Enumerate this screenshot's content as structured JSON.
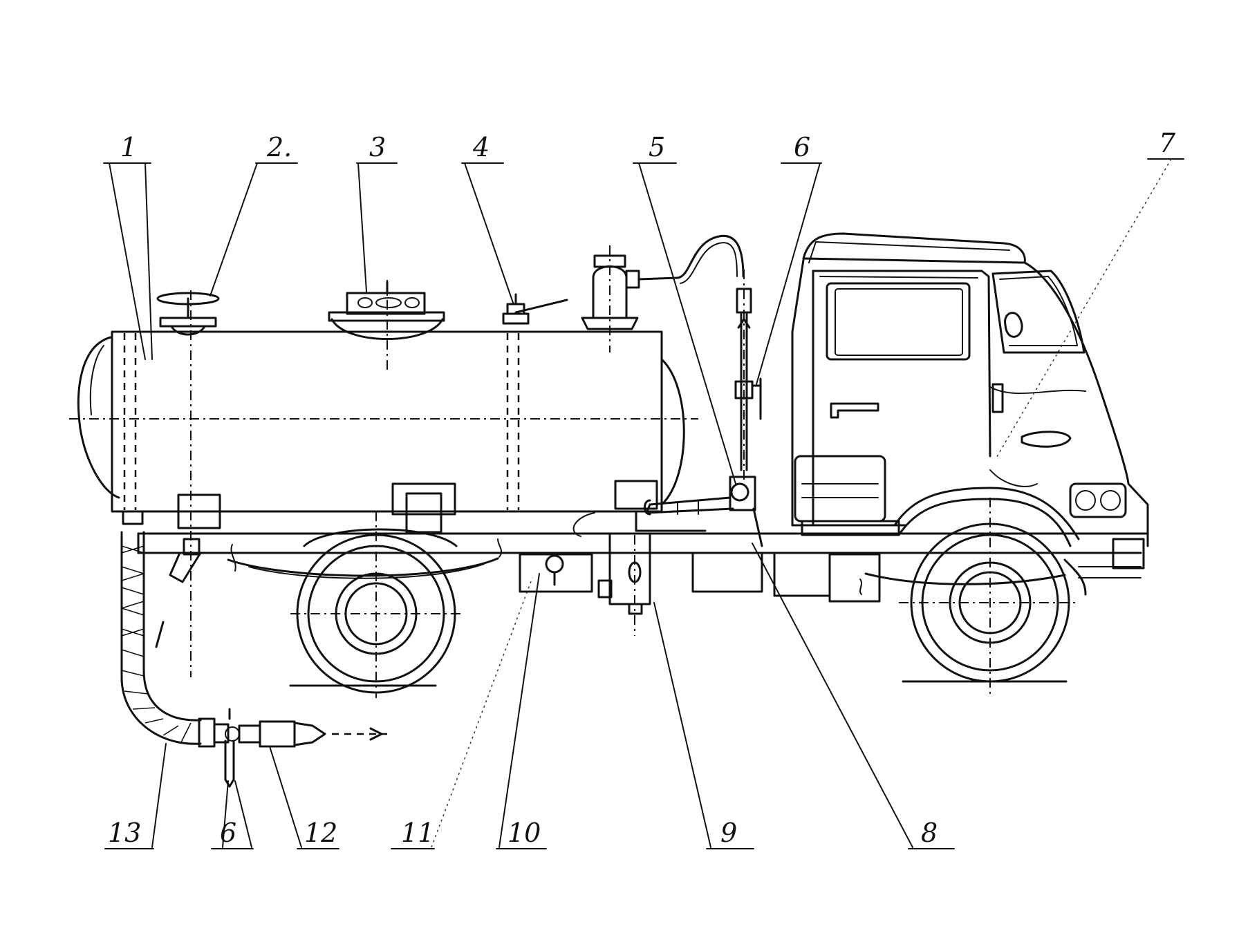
{
  "diagram": {
    "callouts": [
      {
        "id": "c1",
        "label": "1"
      },
      {
        "id": "c2",
        "label": "2."
      },
      {
        "id": "c3",
        "label": "3"
      },
      {
        "id": "c4",
        "label": "4"
      },
      {
        "id": "c5",
        "label": "5"
      },
      {
        "id": "c6top",
        "label": "6"
      },
      {
        "id": "c7",
        "label": "7"
      },
      {
        "id": "c8",
        "label": "8"
      },
      {
        "id": "c9",
        "label": "9"
      },
      {
        "id": "c10",
        "label": "10"
      },
      {
        "id": "c11",
        "label": "11"
      },
      {
        "id": "c12",
        "label": "12"
      },
      {
        "id": "c6bot",
        "label": "6"
      },
      {
        "id": "c13",
        "label": "13"
      }
    ],
    "ink_color": "#111111",
    "paper_color": "#ffffff"
  }
}
